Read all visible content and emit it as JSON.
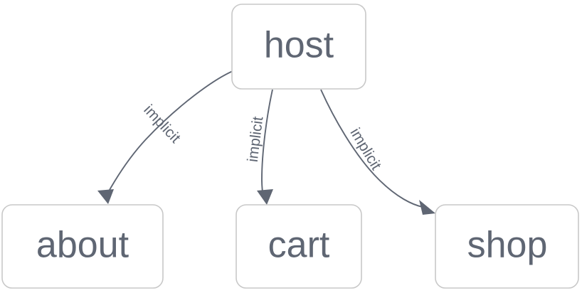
{
  "diagram": {
    "type": "directed-graph",
    "background_color": "#ffffff",
    "node_fill": "#ffffff",
    "node_border_color": "#c8c8c8",
    "text_color": "#5f6673",
    "edge_color": "#5f6673",
    "nodes": [
      {
        "id": "host",
        "label": "host"
      },
      {
        "id": "about",
        "label": "about"
      },
      {
        "id": "cart",
        "label": "cart"
      },
      {
        "id": "shop",
        "label": "shop"
      }
    ],
    "edges": [
      {
        "from": "host",
        "to": "about",
        "label": "implicit"
      },
      {
        "from": "host",
        "to": "cart",
        "label": "implicit"
      },
      {
        "from": "host",
        "to": "shop",
        "label": "implicit"
      }
    ]
  }
}
